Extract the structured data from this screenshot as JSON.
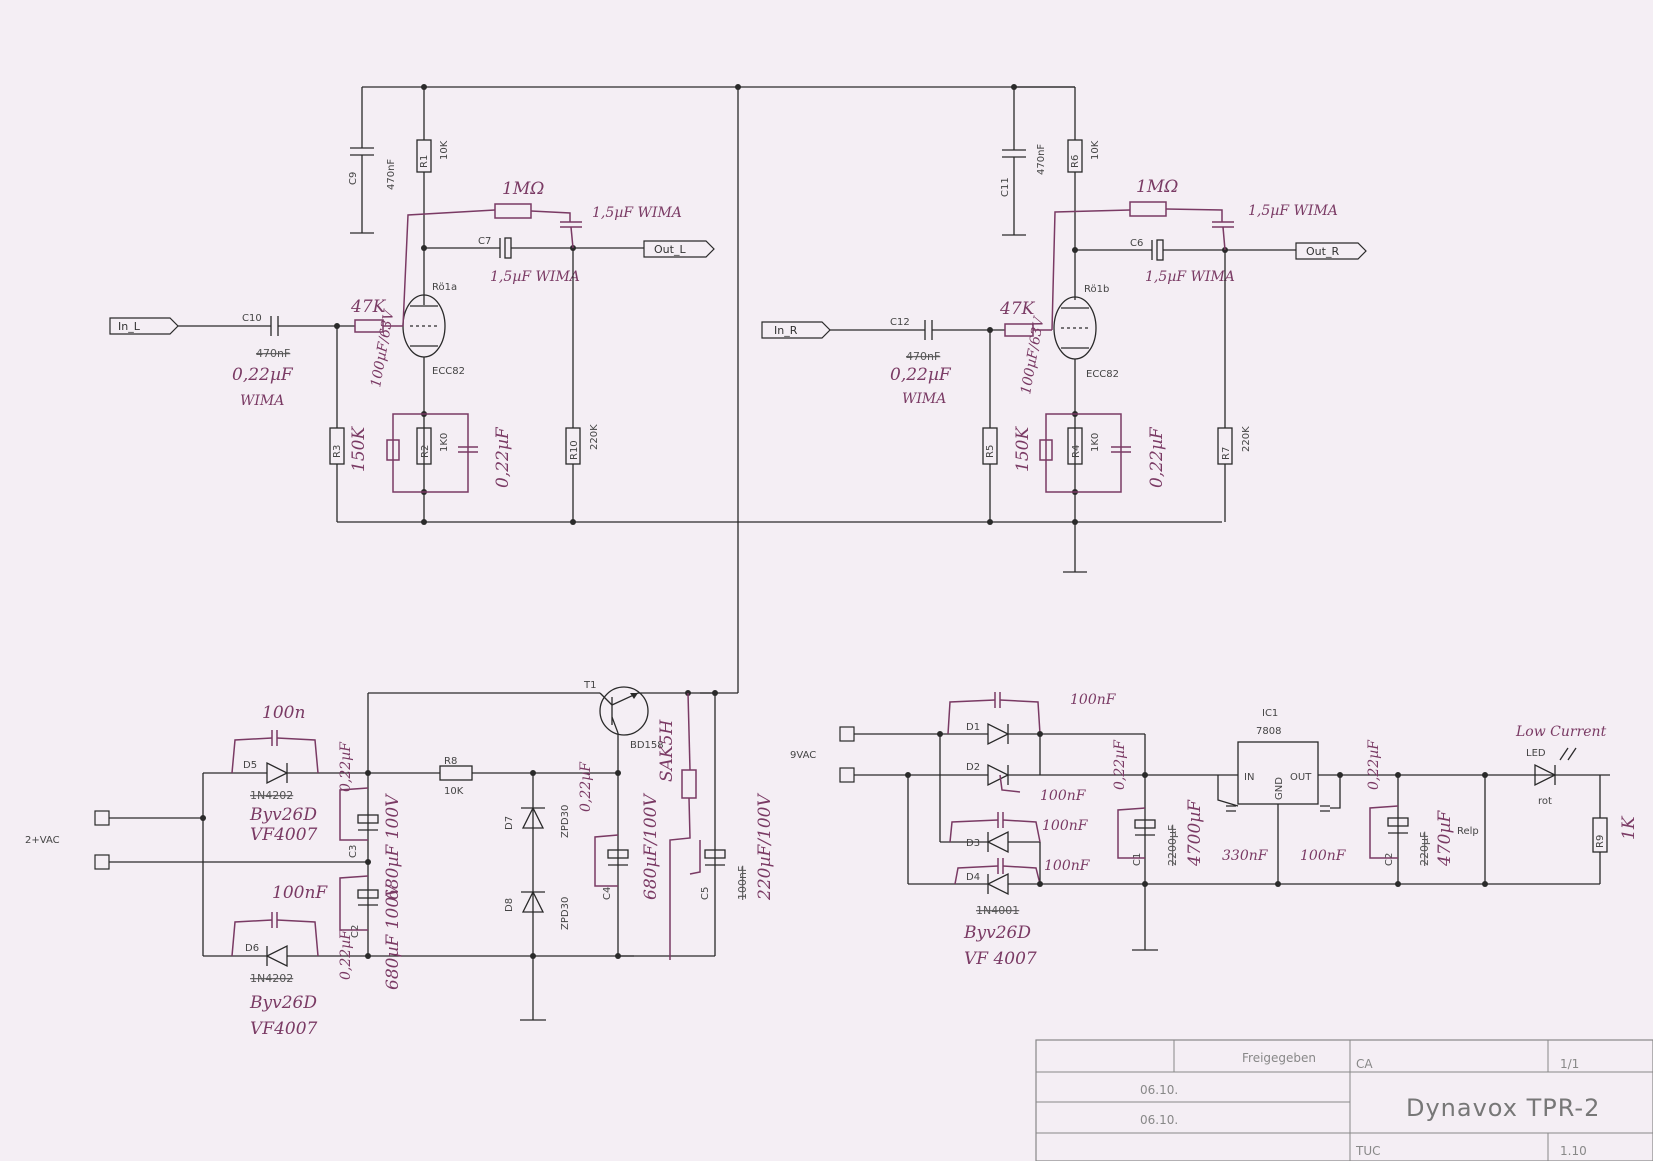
{
  "ports": {
    "in_l": "In_L",
    "in_r": "In_R",
    "out_l": "Out_L",
    "out_r": "Out_R",
    "vac_main": "2+VAC",
    "vac_aux": "9VAC"
  },
  "tubes": {
    "left": {
      "ref": "Rö1a",
      "type": "ECC82"
    },
    "right": {
      "ref": "Rö1b",
      "type": "ECC82"
    }
  },
  "left_channel": {
    "r1": "R1",
    "r1_val": "10K",
    "c9": "C9",
    "c9_val": "470nF",
    "r_feedback": "1MΩ",
    "c_feedback": "1,5µF WIMA",
    "c7": "C7",
    "c7_val": "1,5µF WIMA",
    "c10": "C10",
    "c10_old": "470nF",
    "c10_val": "0,22µF",
    "c10_brand": "WIMA",
    "r_grid": "47K",
    "c_cathode_el": "100µF/63V",
    "r3": "R3",
    "r3_val": "150K",
    "r2": "R2",
    "r2_val": "1K0",
    "c_cathode": "0,22µF",
    "r10": "R10",
    "r10_val": "220K"
  },
  "right_channel": {
    "r6": "R6",
    "r6_val": "10K",
    "c11": "C11",
    "c11_val": "470nF",
    "r_feedback": "1MΩ",
    "c_feedback": "1,5µF WIMA",
    "c6": "C6",
    "c6_val": "1,5µF WIMA",
    "c12": "C12",
    "c12_old": "470nF",
    "c12_val": "0,22µF",
    "c12_brand": "WIMA",
    "r_grid": "47K",
    "c_cathode_el": "100µF/63V",
    "r5": "R5",
    "r5_val": "150K",
    "r4": "R4",
    "r4_val": "1K0",
    "c_cathode": "0,22µF",
    "r7": "R7",
    "r7_val": "220K"
  },
  "hv_supply": {
    "t1": "T1",
    "t1_type": "BD158",
    "r8": "R8",
    "r8_val": "10K",
    "d5": "D5",
    "d5_old": "1N4202",
    "d5_new": "Byv26D",
    "d5_alt": "VF4007",
    "d6": "D6",
    "d6_old": "1N4202",
    "d6_new": "Byv26D",
    "d6_alt": "VF4007",
    "c_d5": "100n",
    "c_d6": "100nF",
    "c3": "C3",
    "c3_val": "680µF 100V",
    "c3_film": "0,22µF",
    "c2": "C2",
    "c2_val": "680µF 100V",
    "c2_film": "0,22µF",
    "d7": "D7",
    "d7_type": "ZPD30",
    "d8": "D8",
    "d8_type": "ZPD30",
    "c4": "C4",
    "c4_val": "680µF/100V",
    "c4_film": "0,22µF",
    "c5": "C5",
    "c5_old": "100nF",
    "c5_val": "220µF/100V",
    "r_bleed": "SAK5H"
  },
  "lv_supply": {
    "d1": "D1",
    "d2": "D2",
    "d3": "D3",
    "d4": "D4",
    "d_old": "1N4001",
    "d_new": "Byv26D",
    "d_alt": "VF 4007",
    "c_d1": "100nF",
    "c_d2": "100nF",
    "c_d3": "100nF",
    "c_d4": "100nF",
    "c1": "C1",
    "c1_val": "2200µF",
    "c1_new": "4700µF",
    "c1_film": "0,22µF",
    "ic1": "IC1",
    "ic1_type": "7808",
    "ic_in": "IN",
    "ic_out": "OUT",
    "ic_gnd": "GND",
    "c_in": "330nF",
    "c_out": "100nF",
    "c2": "C2",
    "c2_old": "220µF",
    "c2_val": "470µF",
    "c2_film": "0,22µF",
    "relay": "Relp",
    "led": "LED",
    "led_color": "rot",
    "led_note": "Low Current",
    "r9": "R9",
    "r9_val": "1K"
  },
  "title_block": {
    "released_label": "Freigegeben",
    "initials": "CA",
    "sheet": "1/1",
    "title": "Dynavox TPR-2",
    "date1": "06.10.",
    "date2": "06.10.",
    "company": "TUC",
    "version": "1.10"
  }
}
